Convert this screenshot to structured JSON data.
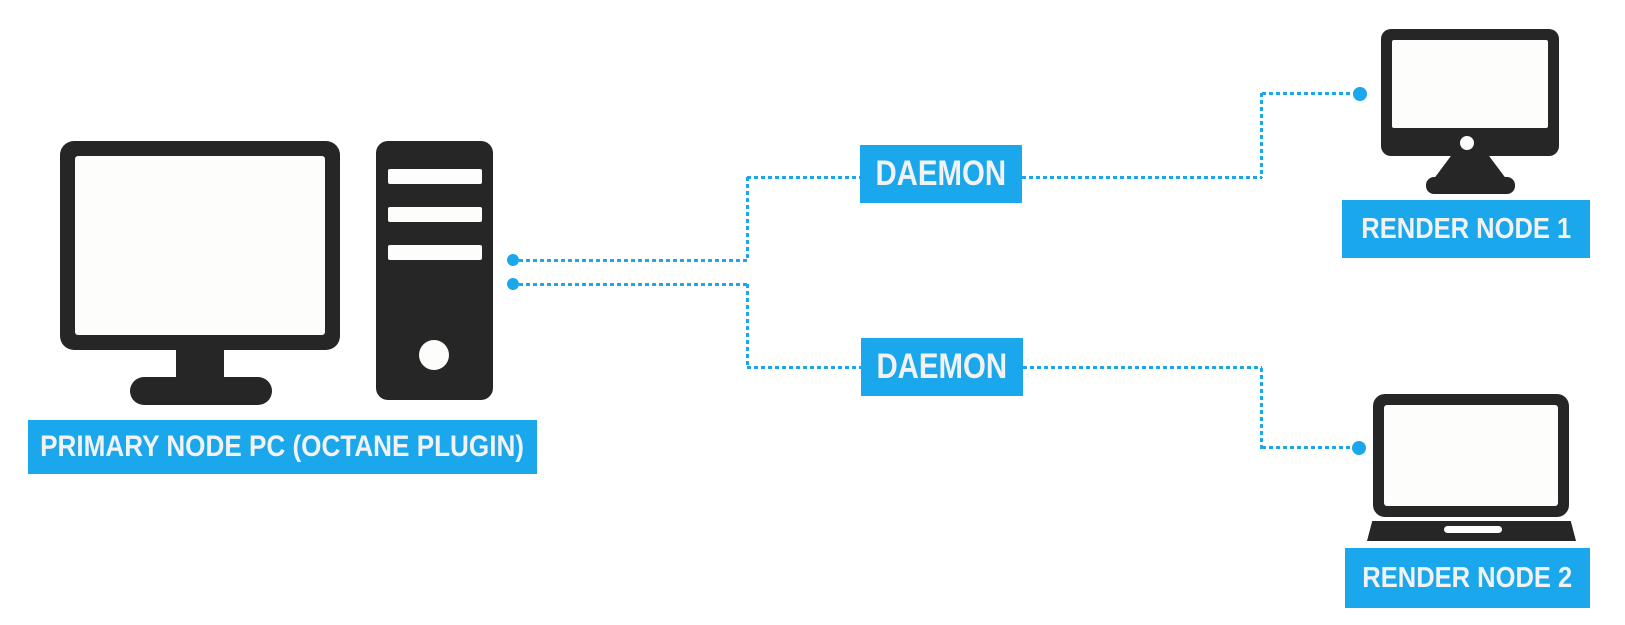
{
  "colors": {
    "accent_blue": "#1BA7EC",
    "icon_dark": "#262626",
    "screen_white": "#FDFDFB",
    "label_text_white": "#F2F2F2"
  },
  "nodes": {
    "primary": {
      "label": "PRIMARY NODE PC (OCTANE PLUGIN)"
    },
    "daemon_1": {
      "label": "DAEMON"
    },
    "daemon_2": {
      "label": "DAEMON"
    },
    "render_node_1": {
      "label": "RENDER NODE 1"
    },
    "render_node_2": {
      "label": "RENDER NODE 2"
    }
  }
}
